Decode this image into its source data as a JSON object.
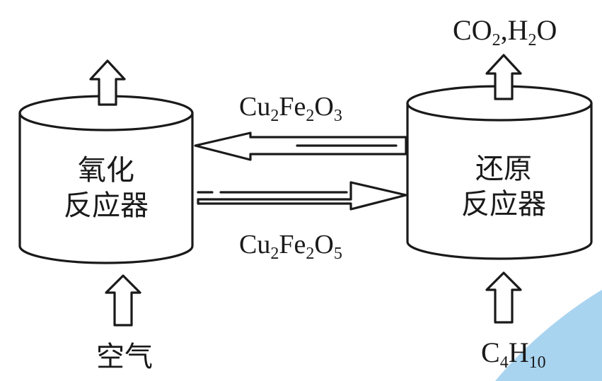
{
  "diagram": {
    "left_reactor": {
      "line1": "氧化",
      "line2": "反应器"
    },
    "right_reactor": {
      "line1": "还原",
      "line2": "反应器"
    },
    "top_arrow_label": {
      "main": "Cu",
      "sub1": "2",
      "mid": "Fe",
      "sub2": "2",
      "end": "O",
      "sub3": "3"
    },
    "bottom_arrow_label": {
      "main": "Cu",
      "sub1": "2",
      "mid": "Fe",
      "sub2": "2",
      "end": "O",
      "sub3": "5"
    },
    "left_input": "空气",
    "right_input": {
      "main": "C",
      "sub1": "4",
      "mid": "H",
      "sub2": "10"
    },
    "right_output": {
      "a": "CO",
      "a_sub": "2",
      "sep": ",",
      "b": "H",
      "b_sub": "2",
      "c": "O"
    }
  },
  "colors": {
    "ink": "#1a1a1a",
    "background": "#ffffff",
    "accent_shape": "#a9d4f0"
  }
}
